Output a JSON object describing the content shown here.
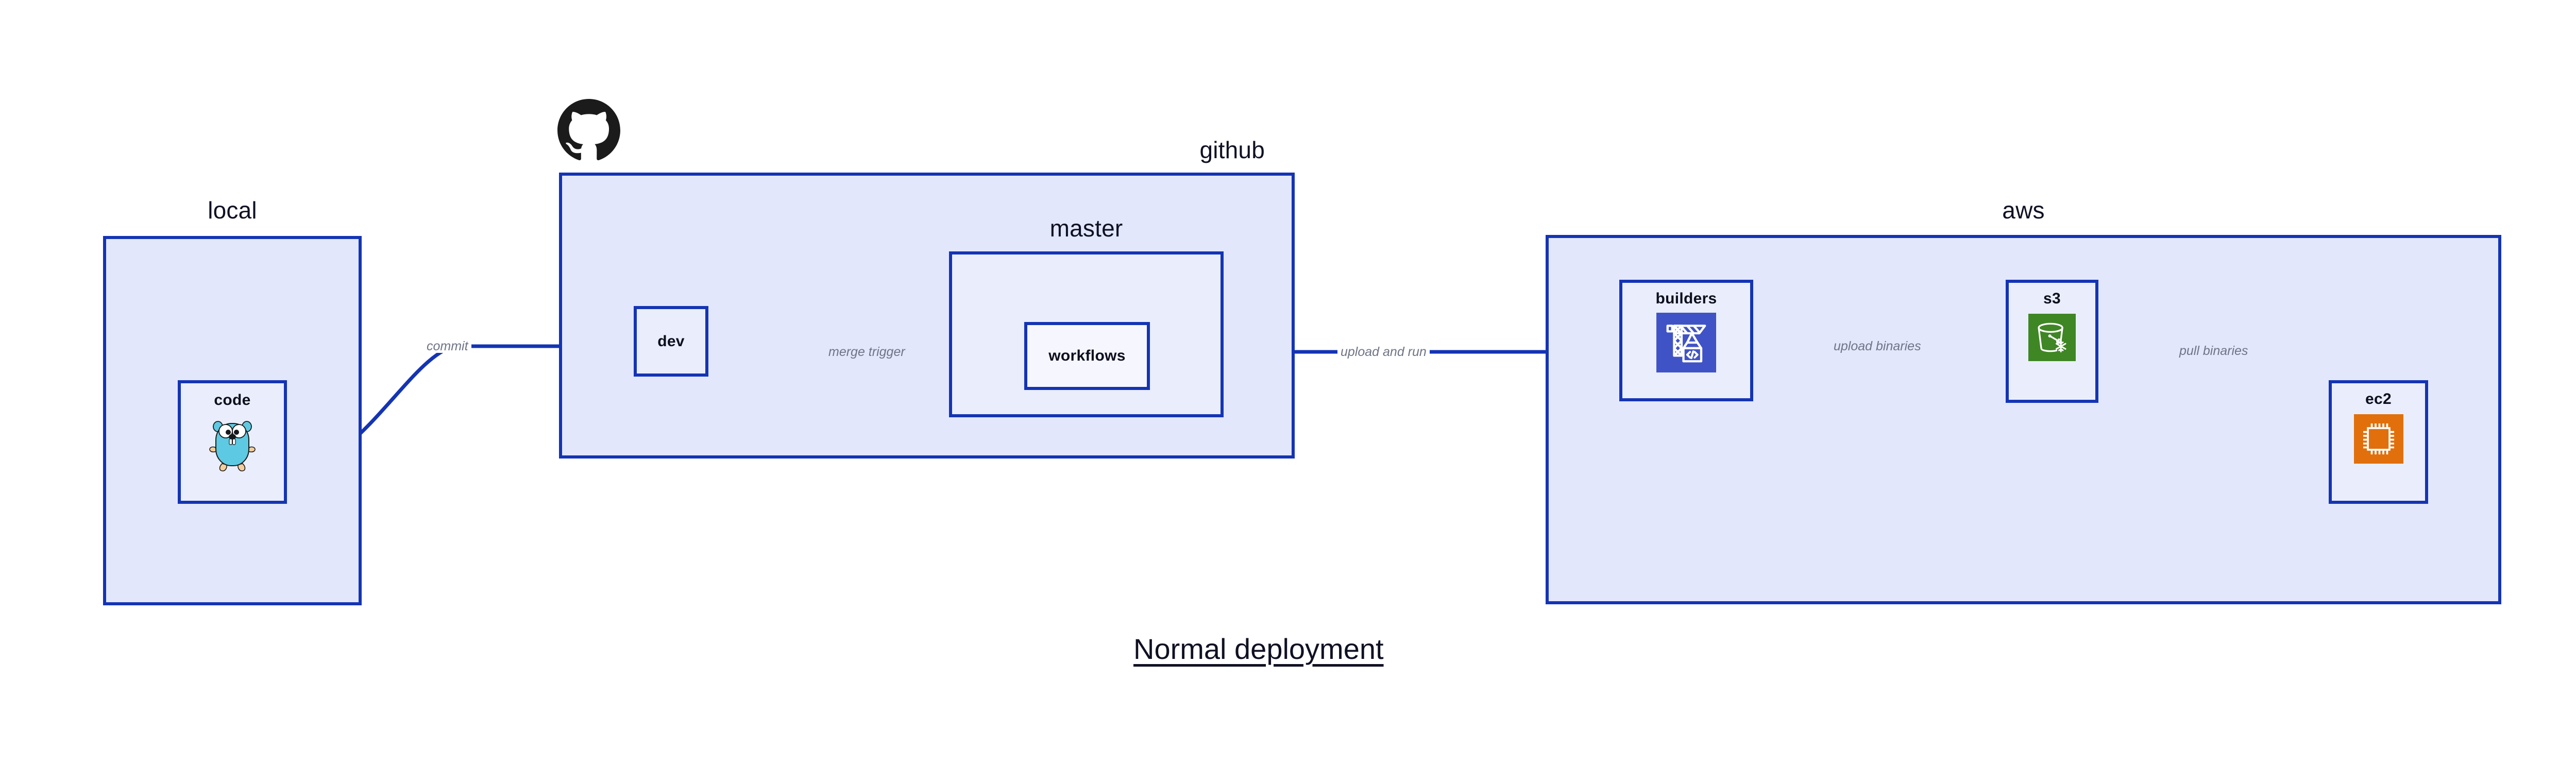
{
  "diagram": {
    "caption": "Normal deployment",
    "accent_color": "#1434b5",
    "group_fill": "#e2e7fb",
    "node_fill": "#eaeefc",
    "label_color": "#6f7486",
    "text_color": "#0f1123"
  },
  "groups": [
    {
      "id": "local",
      "label": "local",
      "label_align": "center"
    },
    {
      "id": "github",
      "label": "github",
      "label_align": "right"
    },
    {
      "id": "master",
      "label": "master",
      "label_align": "center"
    },
    {
      "id": "aws",
      "label": "aws",
      "label_align": "center"
    }
  ],
  "nodes": [
    {
      "id": "code",
      "label": "code",
      "icon": "go-gopher-icon",
      "icon_color": "#5dc9e2"
    },
    {
      "id": "dev",
      "label": "dev",
      "icon": "none",
      "icon_color": ""
    },
    {
      "id": "workflows",
      "label": "workflows",
      "icon": "none",
      "icon_color": ""
    },
    {
      "id": "builders",
      "label": "builders",
      "icon": "aws-codebuild-icon",
      "icon_color": "#4053c6"
    },
    {
      "id": "s3",
      "label": "s3",
      "icon": "aws-s3-glacier-icon",
      "icon_color": "#3f8624"
    },
    {
      "id": "ec2",
      "label": "ec2",
      "icon": "aws-ec2-icon",
      "icon_color": "#e1700c"
    }
  ],
  "edges": [
    {
      "id": "code-to-dev",
      "label": "commit",
      "from": "code",
      "to": "dev"
    },
    {
      "id": "dev-to-workflows",
      "label": "merge trigger",
      "from": "dev",
      "to": "workflows"
    },
    {
      "id": "workflows-to-builders",
      "label": "upload and run",
      "from": "workflows",
      "to": "builders"
    },
    {
      "id": "builders-to-s3",
      "label": "upload binaries",
      "from": "builders",
      "to": "s3"
    },
    {
      "id": "s3-to-ec2",
      "label": "pull binaries",
      "from": "s3",
      "to": "ec2"
    }
  ],
  "brand": {
    "github_mark": "github-octocat-icon"
  }
}
